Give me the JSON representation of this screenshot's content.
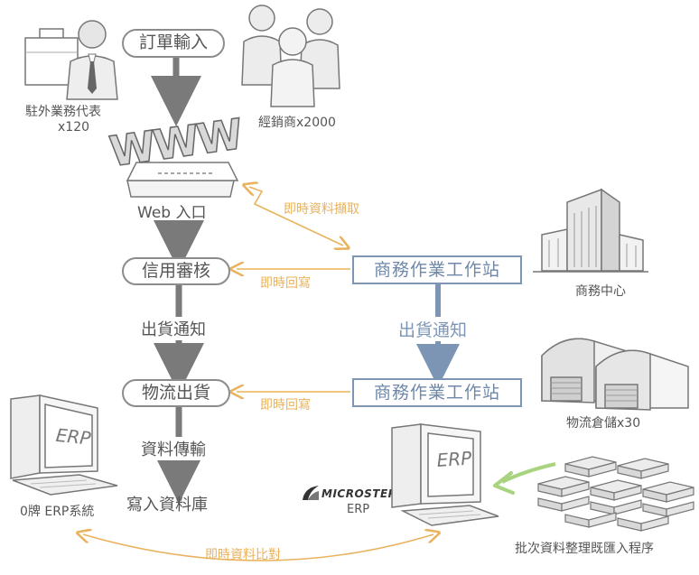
{
  "labels": {
    "field_rep": "駐外業務代表",
    "field_rep_count": "x120",
    "dealer": "經銷商x2000",
    "order_entry": "訂單輸入",
    "www_text": "WWW",
    "web_portal": "Web 入口",
    "realtime_fetch": "即時資料擷取",
    "credit_review": "信用審核",
    "realtime_reply_1": "即時回寫",
    "workstation_1": "商務作業工作站",
    "business_center": "商務中心",
    "ship_notice_left": "出貨通知",
    "ship_notice_right": "出貨通知",
    "logistics_ship": "物流出貨",
    "realtime_reply_2": "即時回寫",
    "workstation_2": "商務作業工作站",
    "warehouse": "物流倉儲x30",
    "data_transfer": "資料傳輸",
    "write_db": "寫入資料庫",
    "erp_screen_left": "ERP",
    "erp_system_left": "0牌  ERP系統",
    "erp_screen_right": "ERP",
    "microstep_logo": "MICROSTEP",
    "microstep_erp": "ERP",
    "realtime_compare": "即時資料比對",
    "batch_import": "批次資料整理既匯入程序"
  },
  "colors": {
    "gray_node": "#8c8c8c",
    "gray_text": "#555555",
    "blue_node": "#7d95b5",
    "blue_text": "#6f88aa",
    "orange_arrow": "#e9b25d",
    "green_arrow": "#a8d37f",
    "icon_line": "#777777"
  }
}
